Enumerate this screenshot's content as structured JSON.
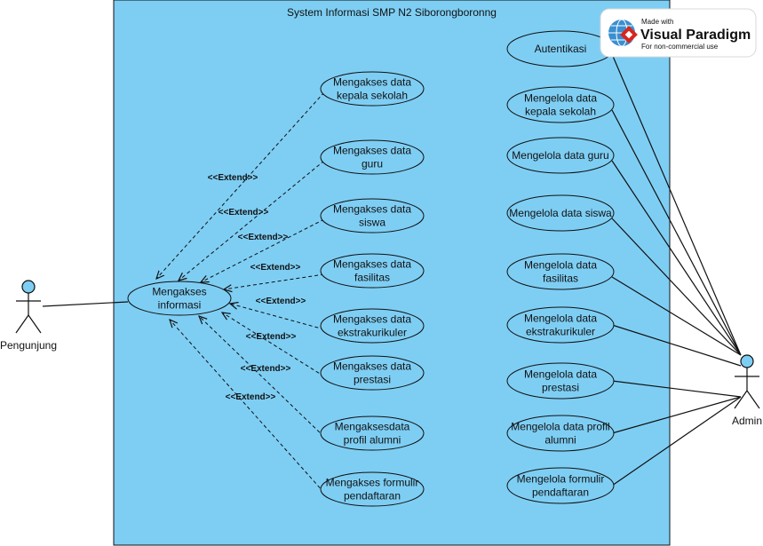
{
  "system": {
    "title": "System Informasi SMP N2 Siborongboronng",
    "fill": "#7ecef4"
  },
  "watermark": {
    "made_with": "Made with",
    "brand": "Visual Paradigm",
    "note": "For non-commercial use"
  },
  "actors": {
    "visitor": "Pengunjung",
    "admin": "Admin"
  },
  "central_use_case": "Mengakses informasi",
  "extend_label": "<<Extend>>",
  "access_use_cases": [
    [
      "Mengakses data",
      "kepala sekolah"
    ],
    [
      "Mengakses data",
      "guru"
    ],
    [
      "Mengakses data",
      "siswa"
    ],
    [
      "Mengakses data",
      "fasilitas"
    ],
    [
      "Mengakses data",
      "ekstrakurikuler"
    ],
    [
      "Mengakses data",
      "prestasi"
    ],
    [
      "Mengaksesdata",
      "profil alumni"
    ],
    [
      "Mengakses formulir",
      "pendaftaran"
    ]
  ],
  "admin_use_cases": [
    [
      "Autentikasi"
    ],
    [
      "Mengelola data",
      "kepala sekolah"
    ],
    [
      "Mengelola data guru"
    ],
    [
      "Mengelola data siswa"
    ],
    [
      "Mengelola data",
      "fasilitas"
    ],
    [
      "Mengelola data",
      "ekstrakurikuler"
    ],
    [
      "Mengelola data",
      "prestasi"
    ],
    [
      "Mengelola data profil",
      "alumni"
    ],
    [
      "Mengelola formulir",
      "pendaftaran"
    ]
  ]
}
